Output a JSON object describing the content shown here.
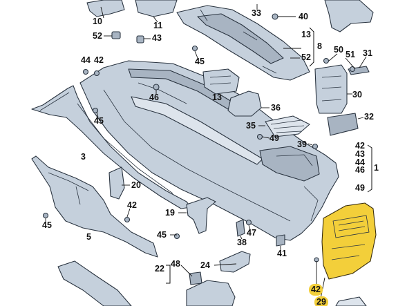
{
  "callouts": [
    {
      "id": "c1",
      "label": "10"
    },
    {
      "id": "c2",
      "label": "11"
    },
    {
      "id": "c3",
      "label": "52"
    },
    {
      "id": "c4",
      "label": "43"
    },
    {
      "id": "c5",
      "label": "33"
    },
    {
      "id": "c6",
      "label": "40"
    },
    {
      "id": "c7",
      "label": "13"
    },
    {
      "id": "c8",
      "label": "8"
    },
    {
      "id": "c9",
      "label": "52"
    },
    {
      "id": "c10",
      "label": "50"
    },
    {
      "id": "c11",
      "label": "51"
    },
    {
      "id": "c12",
      "label": "31"
    },
    {
      "id": "c13",
      "label": "44"
    },
    {
      "id": "c14",
      "label": "42"
    },
    {
      "id": "c15",
      "label": "45"
    },
    {
      "id": "c16",
      "label": "30"
    },
    {
      "id": "c17",
      "label": "46"
    },
    {
      "id": "c18",
      "label": "13"
    },
    {
      "id": "c19",
      "label": "36"
    },
    {
      "id": "c20",
      "label": "45"
    },
    {
      "id": "c21",
      "label": "32"
    },
    {
      "id": "c22",
      "label": "35"
    },
    {
      "id": "c23",
      "label": "49"
    },
    {
      "id": "c24",
      "label": "39"
    },
    {
      "id": "c25",
      "label": "3"
    },
    {
      "id": "c26",
      "label": "42"
    },
    {
      "id": "c27",
      "label": "43"
    },
    {
      "id": "c28",
      "label": "44"
    },
    {
      "id": "c29",
      "label": "46"
    },
    {
      "id": "c30",
      "label": "1"
    },
    {
      "id": "c31",
      "label": "20"
    },
    {
      "id": "c32",
      "label": "49"
    },
    {
      "id": "c33",
      "label": "42"
    },
    {
      "id": "c34",
      "label": "45"
    },
    {
      "id": "c35",
      "label": "19"
    },
    {
      "id": "c36",
      "label": "5"
    },
    {
      "id": "c37",
      "label": "47"
    },
    {
      "id": "c38",
      "label": "45"
    },
    {
      "id": "c39",
      "label": "38"
    },
    {
      "id": "c40",
      "label": "41"
    },
    {
      "id": "c41",
      "label": "22"
    },
    {
      "id": "c42",
      "label": "48"
    },
    {
      "id": "c43",
      "label": "24"
    },
    {
      "id": "c44",
      "label": "42"
    },
    {
      "id": "c45",
      "label": "29"
    }
  ],
  "colors": {
    "part_fill": "#c5d0dc",
    "part_outline": "#2a3440",
    "highlight_part": "#f3cf3a",
    "label_text": "#111111",
    "background": "#ffffff"
  }
}
